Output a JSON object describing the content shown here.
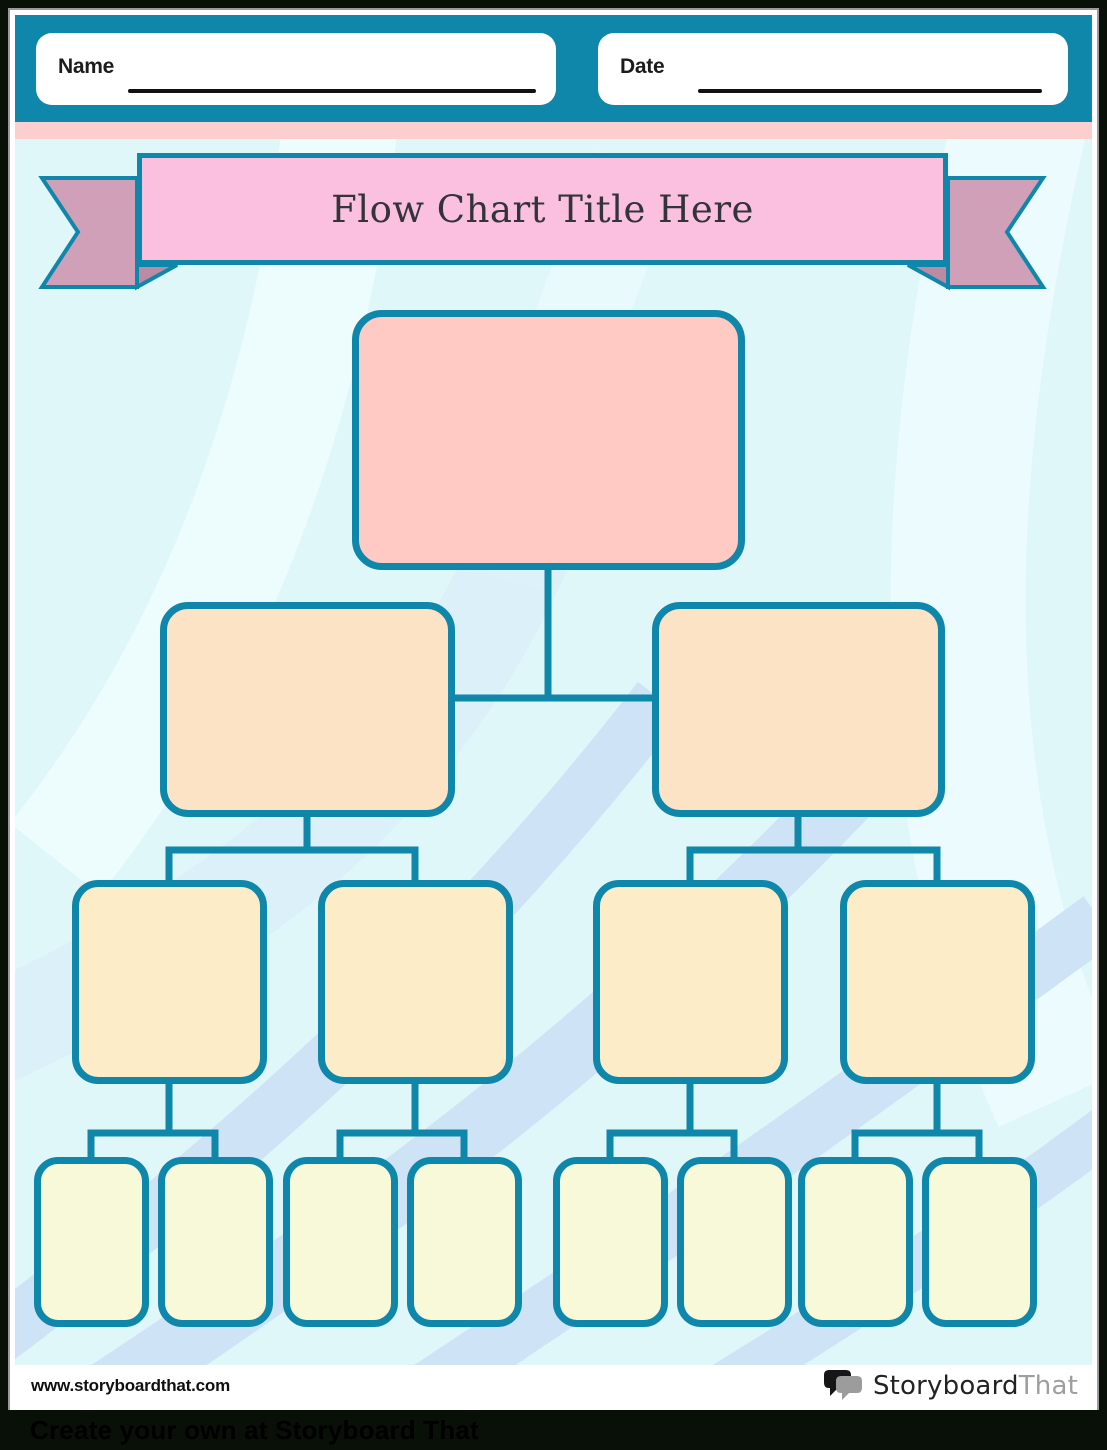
{
  "header": {
    "name_label": "Name",
    "date_label": "Date"
  },
  "banner": {
    "title": "Flow Chart Title Here"
  },
  "diagram": {
    "type": "flowchart-template",
    "description": "Blank 4-level flow chart template: 1 root box, 2 second-level boxes, 4 third-level boxes, 8 bottom boxes, all connected by elbow connectors.",
    "levels": [
      {
        "level": 1,
        "box_count": 1,
        "fill": "#ffc9c4"
      },
      {
        "level": 2,
        "box_count": 2,
        "fill": "#fde3c6"
      },
      {
        "level": 3,
        "box_count": 4,
        "fill": "#fcedc8"
      },
      {
        "level": 4,
        "box_count": 8,
        "fill": "#f8f9d8"
      }
    ],
    "connector_color": "#0f87ab",
    "connections": [
      "L1-1 -> L2-1",
      "L1-1 -> L2-2",
      "L2-1 -> L3-1",
      "L2-1 -> L3-2",
      "L2-2 -> L3-3",
      "L2-2 -> L3-4",
      "L3-1 -> L4-1",
      "L3-1 -> L4-2",
      "L3-2 -> L4-3",
      "L3-2 -> L4-4",
      "L3-3 -> L4-5",
      "L3-3 -> L4-6",
      "L3-4 -> L4-7",
      "L3-4 -> L4-8"
    ]
  },
  "footer": {
    "website": "www.storyboardthat.com",
    "logo": {
      "icon": "speech-bubbles-icon",
      "text_primary": "Storyboard",
      "text_secondary": "That"
    }
  },
  "bottom_bar": {
    "text": "Create your own at Storyboard That"
  },
  "colors": {
    "frame": "#081008",
    "header_teal": "#0e87ab",
    "pink_strip": "#fccfce",
    "banner_fill": "#fbc0df",
    "ribbon_tail": "#d0a0b8",
    "ribbon_fold": "#bb8aa3",
    "content_background": "#e0f7fa",
    "swoosh_blue": "#cde2f6",
    "outline_teal": "#0f87ab"
  }
}
